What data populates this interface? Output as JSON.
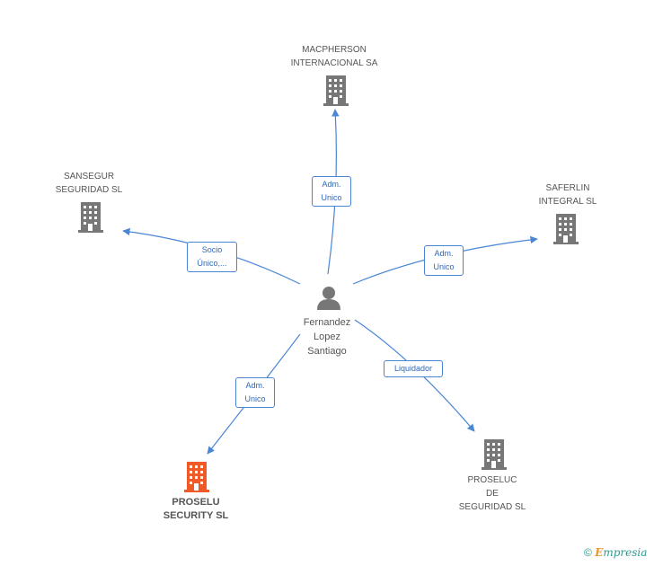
{
  "center": {
    "lines": [
      "Fernandez",
      "Lopez",
      "Santiago"
    ]
  },
  "nodes": {
    "macpherson": {
      "lines": [
        "MACPHERSON",
        "INTERNACIONAL SA"
      ]
    },
    "sansegur": {
      "lines": [
        "SANSEGUR",
        "SEGURIDAD SL"
      ]
    },
    "saferlin": {
      "lines": [
        "SAFERLIN",
        "INTEGRAL SL"
      ]
    },
    "proselu": {
      "lines": [
        "PROSELU",
        "SECURITY SL"
      ]
    },
    "proseluc": {
      "lines": [
        "PROSELUC",
        "DE",
        "SEGURIDAD SL"
      ]
    }
  },
  "edges": {
    "macpherson": {
      "lines": [
        "Adm.",
        "Unico"
      ]
    },
    "sansegur": {
      "lines": [
        "Socio",
        "Único,..."
      ]
    },
    "saferlin": {
      "lines": [
        "Adm.",
        "Unico"
      ]
    },
    "proselu": {
      "lines": [
        "Adm.",
        "Unico"
      ]
    },
    "proseluc": {
      "lines": [
        "Liquidador"
      ]
    }
  },
  "colors": {
    "edge": "#4a86d6",
    "building": "#777777",
    "highlight": "#f05a28",
    "person": "#777777"
  },
  "footer": {
    "copyright": "©",
    "brand_first": "E",
    "brand_rest": "mpresia"
  }
}
